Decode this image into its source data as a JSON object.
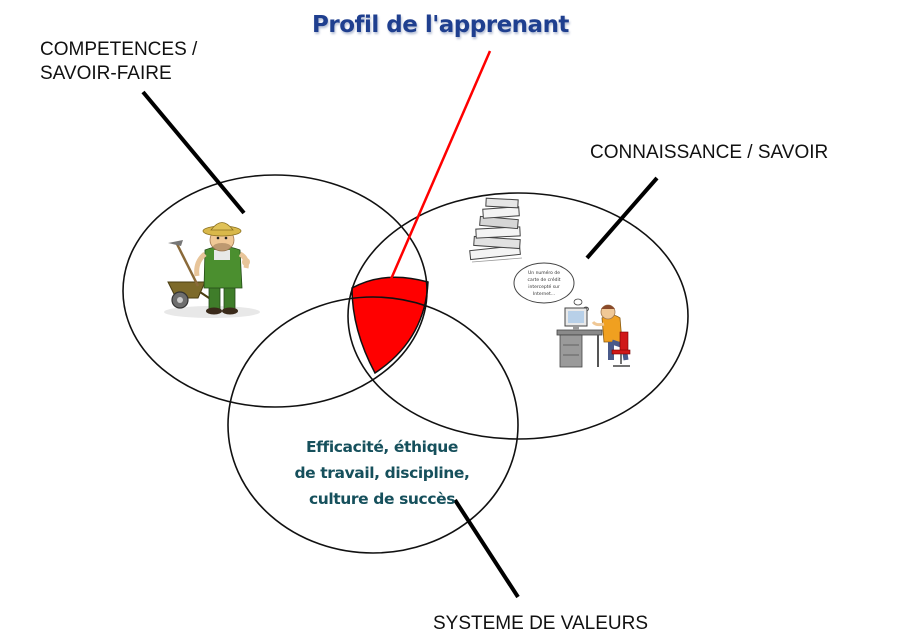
{
  "title": "Profil de l'apprenant",
  "labels": {
    "competences": [
      "COMPETENCES /",
      "SAVOIR-FAIRE"
    ],
    "connaissance": "CONNAISSANCE / SAVOIR",
    "valeurs": "SYSTEME DE VALEURS"
  },
  "values_text": [
    "Efficacité, éthique",
    "de travail, discipline,",
    "culture de succès"
  ],
  "thought_bubble": [
    "Un numéro de",
    "carte de crédit",
    "intercepté sur",
    "Internet..."
  ],
  "colors": {
    "title": "#1f3f8f",
    "pointer_line": "#ff0000",
    "intersection": "#ff0000",
    "values_text": "#16505c",
    "circle_stroke": "#000000"
  },
  "icons": [
    "gardener-with-wheelbarrow-icon",
    "book-stack-icon",
    "person-at-computer-icon"
  ]
}
